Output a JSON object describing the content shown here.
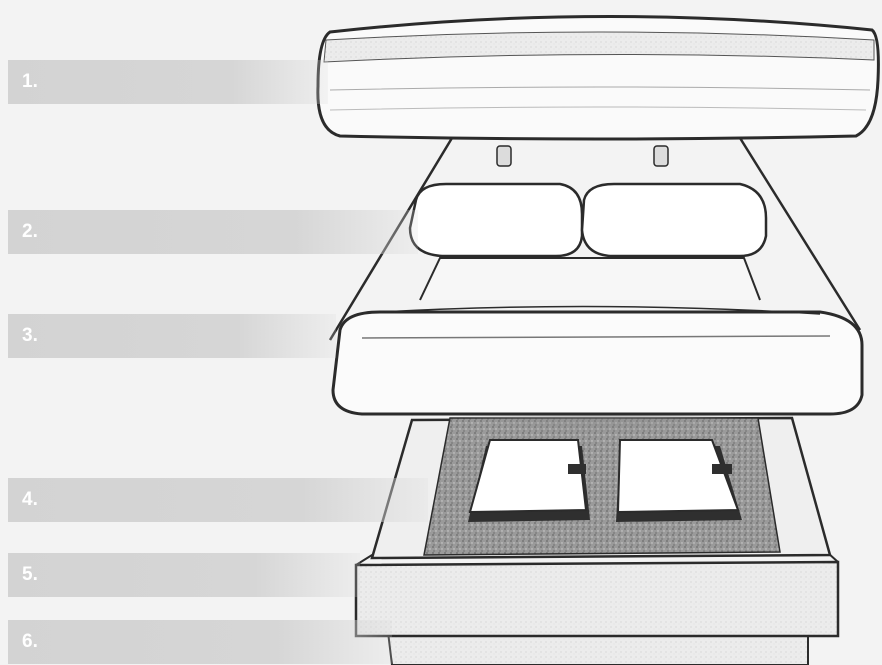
{
  "labels": {
    "layer_1": "1.",
    "layer_2": "2.",
    "layer_3": "3.",
    "layer_4": "4.",
    "layer_5": "5.",
    "layer_6": "6."
  },
  "colors": {
    "background": "#f3f3f3",
    "label_band": "#d3d3d3",
    "label_text": "#ffffff",
    "outline": "#2b2b2b",
    "dark_slot": "#3a3a3a"
  },
  "icons": {
    "illustration": "exploded-bed-layers-illustration"
  }
}
